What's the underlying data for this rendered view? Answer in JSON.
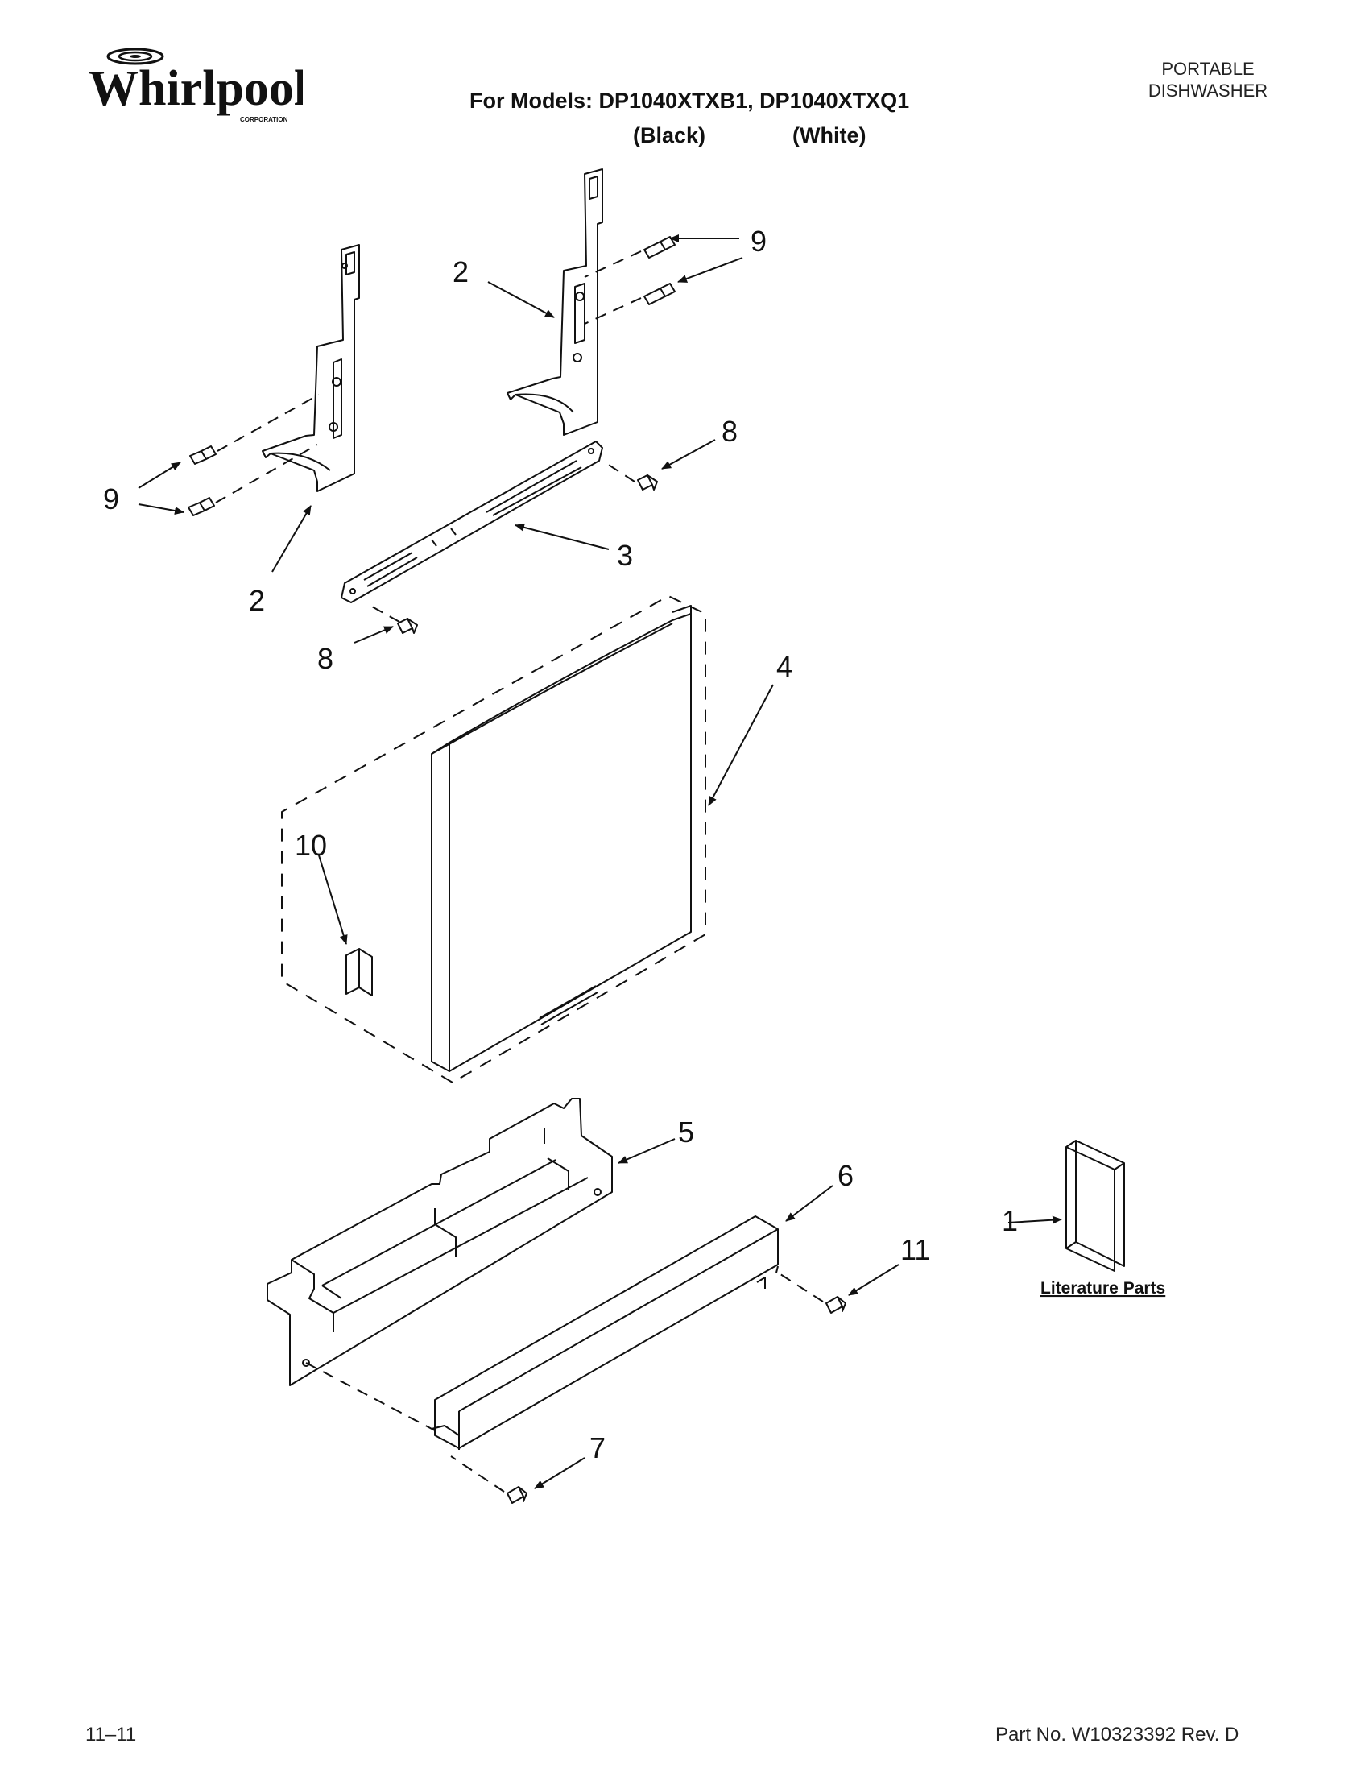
{
  "header": {
    "brand": "Whirlpool",
    "brand_sub": "CORPORATION",
    "models_line": "For Models: DP1040XTXB1, DP1040XTXQ1",
    "color_black": "(Black)",
    "color_white": "(White)",
    "product_type_line1": "PORTABLE",
    "product_type_line2": "DISHWASHER"
  },
  "callouts": {
    "c1": "1",
    "c2a": "2",
    "c2b": "2",
    "c3": "3",
    "c4": "4",
    "c5": "5",
    "c6": "6",
    "c7": "7",
    "c8a": "8",
    "c8b": "8",
    "c9a": "9",
    "c9b": "9",
    "c10": "10",
    "c11": "11"
  },
  "literature_label": "Literature Parts",
  "footer": {
    "date": "11–11",
    "part_no": "Part No. W10323392 Rev. D"
  }
}
